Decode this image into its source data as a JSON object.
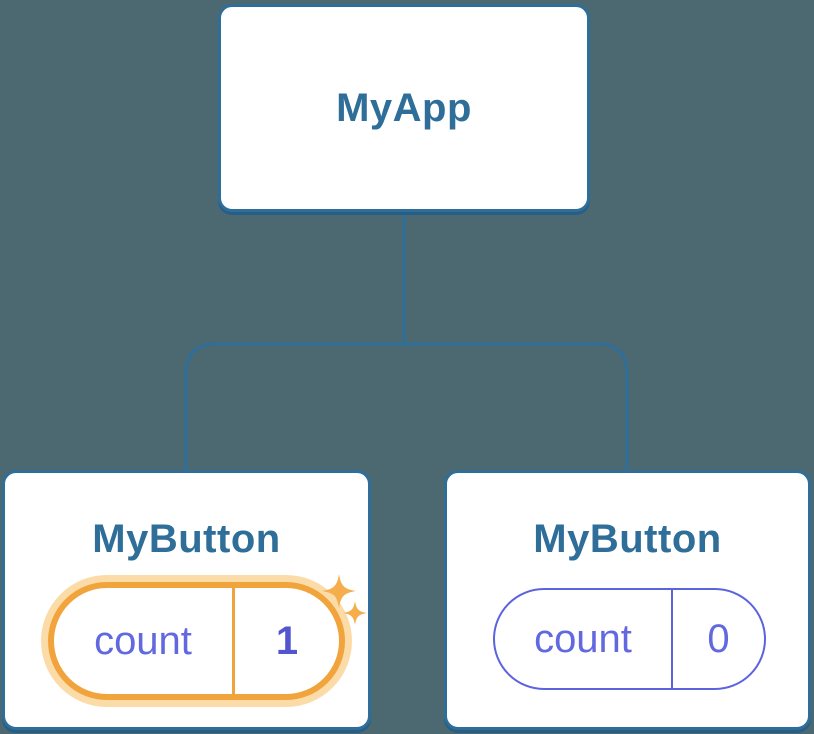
{
  "diagram": {
    "nodes": {
      "root": {
        "label": "MyApp"
      },
      "left_child": {
        "label": "MyButton",
        "state": {
          "key": "count",
          "value": "1"
        },
        "highlighted": true
      },
      "right_child": {
        "label": "MyButton",
        "state": {
          "key": "count",
          "value": "0"
        },
        "highlighted": false
      }
    },
    "icons": {
      "sparkle": "four-point-star ✦"
    },
    "colors": {
      "background": "#4C6972",
      "card_bg": "#FFFFFF",
      "node_border": "#2E6E99",
      "node_shadow": "#275E88",
      "node_text": "#2E6E99",
      "state_text": "#6168E0",
      "state_value_bold": "#5156CE",
      "state_border": "#5C63DD",
      "highlight_orange": "#F2A43C",
      "highlight_glow": "#FBDCA8",
      "sparkle_fill": "#F6AD4B"
    }
  }
}
